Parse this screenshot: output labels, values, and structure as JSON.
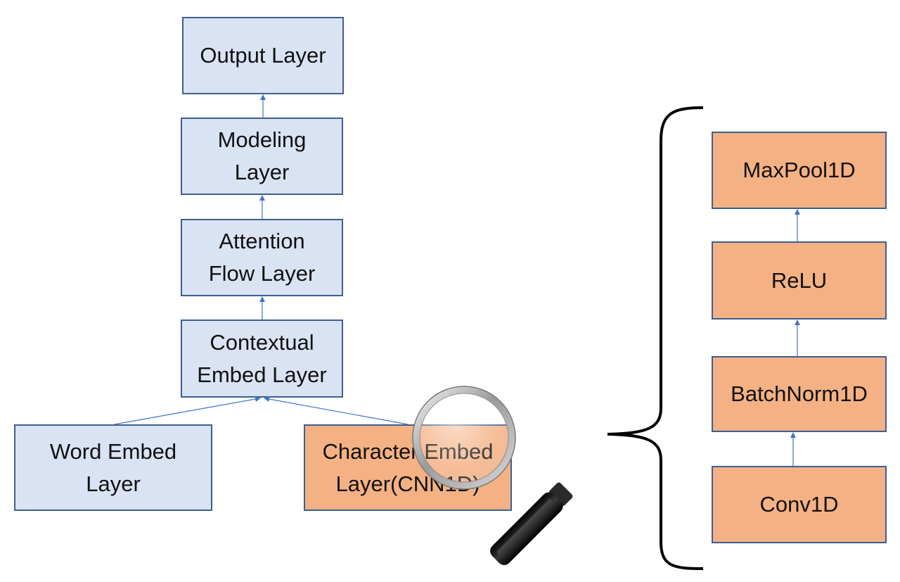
{
  "left_stack": {
    "output_layer": {
      "line1": "Output Layer"
    },
    "modeling_layer": {
      "line1": "Modeling",
      "line2": "Layer"
    },
    "attention_flow_layer": {
      "line1": "Attention",
      "line2": "Flow Layer"
    },
    "contextual_embed_layer": {
      "line1": "Contextual",
      "line2": "Embed Layer"
    },
    "word_embed_layer": {
      "line1": "Word Embed",
      "line2": "Layer"
    },
    "character_embed_layer": {
      "line1": "Character Embed",
      "line2": "Layer(CNN1D)"
    }
  },
  "right_stack": {
    "maxpool": {
      "label": "MaxPool1D"
    },
    "relu": {
      "label": "ReLU"
    },
    "batchnorm": {
      "label": "BatchNorm1D"
    },
    "conv": {
      "label": "Conv1D"
    }
  },
  "colors": {
    "box_blue_fill": "#dae3f3",
    "box_orange_fill": "#f4b183",
    "box_border": "#3c5f92",
    "arrow": "#4472c4",
    "brace": "#000000"
  },
  "icons": {
    "magnifier": "magnifying-glass-icon"
  }
}
